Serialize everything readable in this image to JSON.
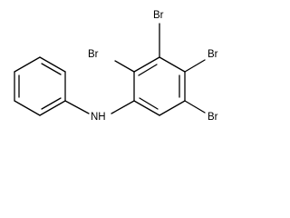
{
  "structure": {
    "labels": {
      "br_top": "Br",
      "br_right": "Br",
      "br_left": "Br",
      "br_bottom": "Br",
      "nh": "NH"
    }
  }
}
